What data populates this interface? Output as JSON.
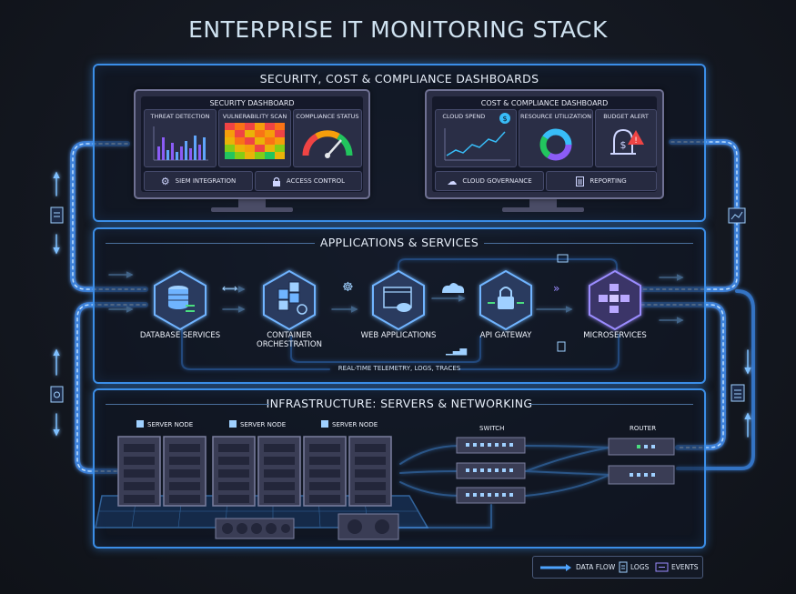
{
  "title": "ENTERPRISE IT MONITORING STACK",
  "dashboards_panel": {
    "title": "SECURITY, COST & COMPLIANCE DASHBOARDS",
    "security": {
      "title": "SECURITY DASHBOARD",
      "tiles": [
        "THREAT DETECTION",
        "VULNERABILITY SCAN",
        "COMPLIANCE STATUS"
      ],
      "buttons": [
        "SIEM INTEGRATION",
        "ACCESS CONTROL"
      ]
    },
    "cost": {
      "title": "COST & COMPLIANCE DASHBOARD",
      "tiles": [
        "CLOUD SPEND",
        "RESOURCE UTILIZATION",
        "BUDGET ALERT"
      ],
      "buttons": [
        "CLOUD GOVERNANCE",
        "REPORTING"
      ]
    }
  },
  "apps_panel": {
    "title": "APPLICATIONS & SERVICES",
    "nodes": [
      "DATABASE SERVICES",
      "CONTAINER",
      "ORCHESTRATION",
      "WEB APPLICATIONS",
      "API GATEWAY",
      "MICROSERVICES"
    ],
    "telemetry": "REAL-TIME TELEMETRY, LOGS, TRACES"
  },
  "infra_panel": {
    "title": "INFRASTRUCTURE: SERVERS & NETWORKING",
    "server_labels": [
      "SERVER NODE",
      "SERVER NODE",
      "SERVER NODE"
    ],
    "switch": "SWITCH",
    "router": "ROUTER"
  },
  "legend": {
    "items": [
      "DATA FLOW",
      "LOGS",
      "EVENTS"
    ]
  },
  "colors": {
    "accent": "#3b8ee8",
    "glow": "#4da3ff",
    "node_fill": "#2a3a5e"
  }
}
